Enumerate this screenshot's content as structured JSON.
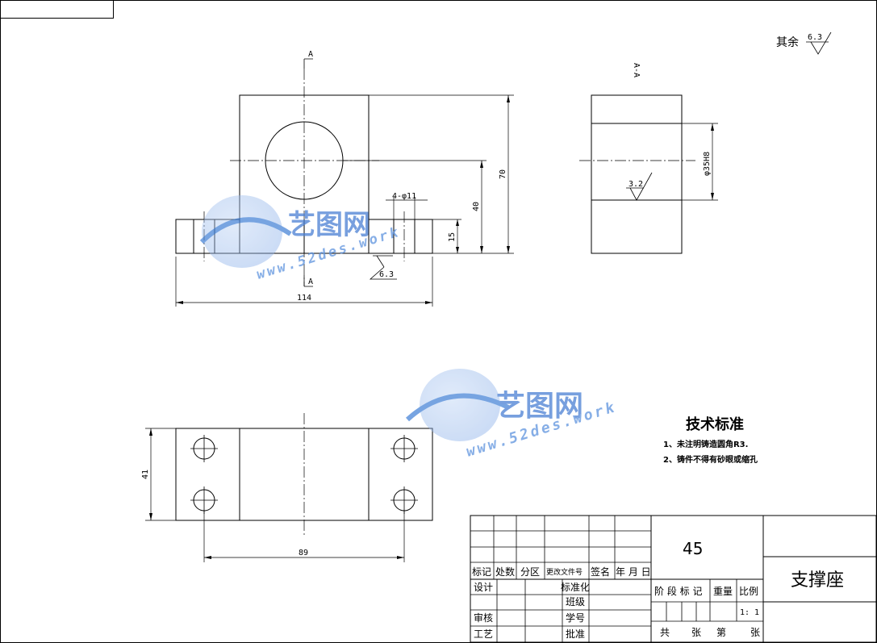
{
  "general_roughness": {
    "label": "其余",
    "value": "6.3"
  },
  "front_view": {
    "dim_width": "114",
    "dim_height_total": "70",
    "dim_center_height": "40",
    "dim_base_height": "15",
    "dim_holes": "4-φ11",
    "roughness_base": "6.3",
    "section_mark": "A"
  },
  "side_view": {
    "dim_bore": "φ35H8",
    "roughness_bore": "3.2",
    "section_mark": "A-A"
  },
  "top_view": {
    "dim_hole_spacing": "89",
    "dim_depth": "41"
  },
  "tech_requirements": {
    "title": "技术标准",
    "items": [
      "1、未注明铸造圆角R3.",
      "2、铸件不得有砂眼或缩孔"
    ]
  },
  "title_block": {
    "material": "45",
    "part_name": "支撑座",
    "scale": "1: 1",
    "header_row": [
      "标记",
      "处数",
      "分区",
      "更改文件号",
      "签名",
      "年 月 日"
    ],
    "roles": [
      "设计",
      "审核",
      "工艺"
    ],
    "role_right": [
      "标准化",
      "班级",
      "学号",
      "批准"
    ],
    "stage_labels": [
      "阶 段 标 记",
      "重量",
      "比例"
    ],
    "sheet_row": [
      "共",
      "张",
      "第",
      "张"
    ]
  },
  "watermark": {
    "brand": "艺图网",
    "url": "www.52des.work"
  }
}
